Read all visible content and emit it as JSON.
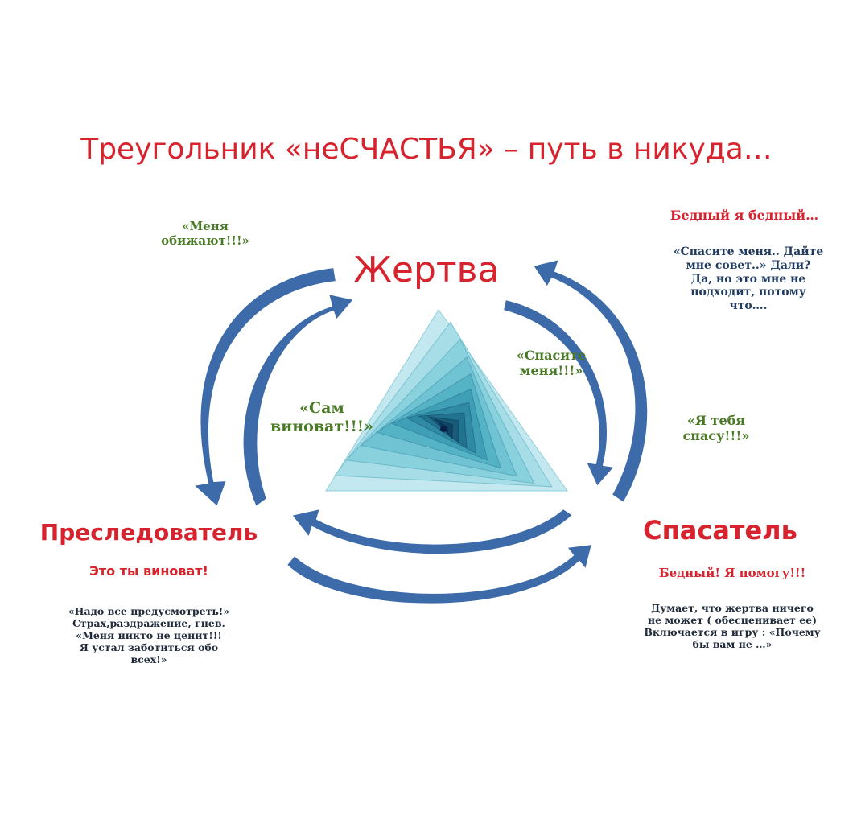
{
  "diagram": {
    "title": "Треугольник «неСЧАСТЬЯ» – путь в никуда…",
    "victim": {
      "label": "Жертва",
      "quote_left": "«Меня\nобижают!!!»",
      "right_heading": "Бедный я бедный…",
      "right_body": "«Спасите меня.. Дайте\nмне совет..»  Дали?\nДа, но это мне не\nподходит, потому\nчто….",
      "quote_save_me": "«Спасите\nменя!!!»"
    },
    "persecutor": {
      "label": "Преследователь",
      "subtitle": "Это ты виноват!",
      "body": "«Надо все предусмотреть!»\nСтрах,раздражение, гнев.\n«Меня никто не ценит!!!\nЯ устал заботиться обо\nвсех!»",
      "quote_self_guilty": "«Сам\nвиноват!!!»"
    },
    "rescuer": {
      "label": "Спасатель",
      "subtitle": "Бедный! Я помогу!!!",
      "body": "Думает, что жертва ничего\nне может ( обесценивает ее)\nВключается в игру : «Почему\nбы вам не …»",
      "quote_i_save": "«Я тебя\nспасу!!!»"
    },
    "colors": {
      "title_red": "#d7232e",
      "quote_green": "#4b7a26",
      "arrow_blue": "#3d6aa8",
      "arrow_outline": "#ffffff",
      "triangle_light": "#bfe7ee",
      "triangle_mid": "#5cb8c8",
      "triangle_dark": "#0b2d55"
    }
  }
}
